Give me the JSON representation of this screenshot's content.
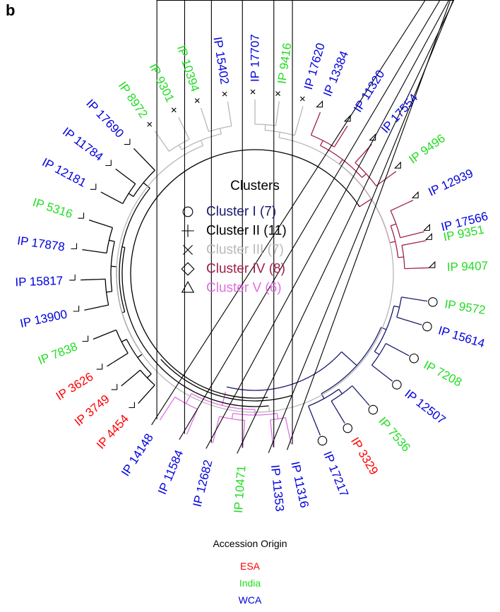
{
  "panel_label": "b",
  "colors": {
    "cluster_I": "#1a1a6e",
    "cluster_II": "#000000",
    "cluster_III": "#b8b8b8",
    "cluster_IV": "#a0204a",
    "cluster_V": "#e070e0",
    "ESA": "#ff0000",
    "India": "#22dd22",
    "WCA": "#0000dd"
  },
  "clusters_legend": {
    "title": "Clusters",
    "items": [
      {
        "label": "Cluster I (7)",
        "marker": "circle",
        "color": "#1a1a6e"
      },
      {
        "label": "Cluster II (11)",
        "marker": "plus",
        "color": "#000000"
      },
      {
        "label": "Cluster III (7)",
        "marker": "cross",
        "color": "#b8b8b8"
      },
      {
        "label": "Cluster IV (8)",
        "marker": "diamond",
        "color": "#a0204a"
      },
      {
        "label": "Cluster V (6)",
        "marker": "triangle",
        "color": "#e070e0"
      }
    ]
  },
  "origin_legend": {
    "title": "Accession Origin",
    "items": [
      {
        "label": "ESA",
        "color": "#ff0000"
      },
      {
        "label": "India",
        "color": "#22dd22"
      },
      {
        "label": "WCA",
        "color": "#0000dd"
      }
    ]
  },
  "leaves": [
    {
      "label": "IP 13384",
      "origin": "WCA",
      "cluster": "IV"
    },
    {
      "label": "IP 11320",
      "origin": "WCA",
      "cluster": "IV"
    },
    {
      "label": "IP 17554",
      "origin": "WCA",
      "cluster": "IV"
    },
    {
      "label": "IP 9496",
      "origin": "India",
      "cluster": "IV"
    },
    {
      "label": "IP 12939",
      "origin": "WCA",
      "cluster": "IV"
    },
    {
      "label": "IP 17566",
      "origin": "WCA",
      "cluster": "IV"
    },
    {
      "label": "IP 9351",
      "origin": "India",
      "cluster": "IV"
    },
    {
      "label": "IP 9407",
      "origin": "India",
      "cluster": "IV"
    },
    {
      "label": "IP 9572",
      "origin": "India",
      "cluster": "I"
    },
    {
      "label": "IP 15614",
      "origin": "WCA",
      "cluster": "I"
    },
    {
      "label": "IP 7208",
      "origin": "India",
      "cluster": "I"
    },
    {
      "label": "IP 12507",
      "origin": "WCA",
      "cluster": "I"
    },
    {
      "label": "IP 7536",
      "origin": "India",
      "cluster": "I"
    },
    {
      "label": "IP 3329",
      "origin": "ESA",
      "cluster": "I"
    },
    {
      "label": "IP 17217",
      "origin": "WCA",
      "cluster": "I"
    },
    {
      "label": "IP 11316",
      "origin": "WCA",
      "cluster": "V"
    },
    {
      "label": "IP 11353",
      "origin": "WCA",
      "cluster": "V"
    },
    {
      "label": "IP 10471",
      "origin": "India",
      "cluster": "V"
    },
    {
      "label": "IP 12682",
      "origin": "WCA",
      "cluster": "V"
    },
    {
      "label": "IP 11584",
      "origin": "WCA",
      "cluster": "V"
    },
    {
      "label": "IP 14148",
      "origin": "WCA",
      "cluster": "V"
    },
    {
      "label": "IP 4454",
      "origin": "ESA",
      "cluster": "II"
    },
    {
      "label": "IP 3749",
      "origin": "ESA",
      "cluster": "II"
    },
    {
      "label": "IP 3626",
      "origin": "ESA",
      "cluster": "II"
    },
    {
      "label": "IP 7838",
      "origin": "India",
      "cluster": "II"
    },
    {
      "label": "IP 13900",
      "origin": "WCA",
      "cluster": "II"
    },
    {
      "label": "IP 15817",
      "origin": "WCA",
      "cluster": "II"
    },
    {
      "label": "IP 17878",
      "origin": "WCA",
      "cluster": "II"
    },
    {
      "label": "IP 5316",
      "origin": "India",
      "cluster": "II"
    },
    {
      "label": "IP 12181",
      "origin": "WCA",
      "cluster": "II"
    },
    {
      "label": "IP 11784",
      "origin": "WCA",
      "cluster": "II"
    },
    {
      "label": "IP 17690",
      "origin": "WCA",
      "cluster": "II"
    },
    {
      "label": "IP 8972",
      "origin": "India",
      "cluster": "III"
    },
    {
      "label": "IP 9301",
      "origin": "India",
      "cluster": "III"
    },
    {
      "label": "IP 10394",
      "origin": "India",
      "cluster": "III"
    },
    {
      "label": "IP 15402",
      "origin": "WCA",
      "cluster": "III"
    },
    {
      "label": "IP 17707",
      "origin": "WCA",
      "cluster": "III"
    },
    {
      "label": "IP 9416",
      "origin": "India",
      "cluster": "III"
    },
    {
      "label": "IP 17620",
      "origin": "WCA",
      "cluster": "III"
    }
  ]
}
